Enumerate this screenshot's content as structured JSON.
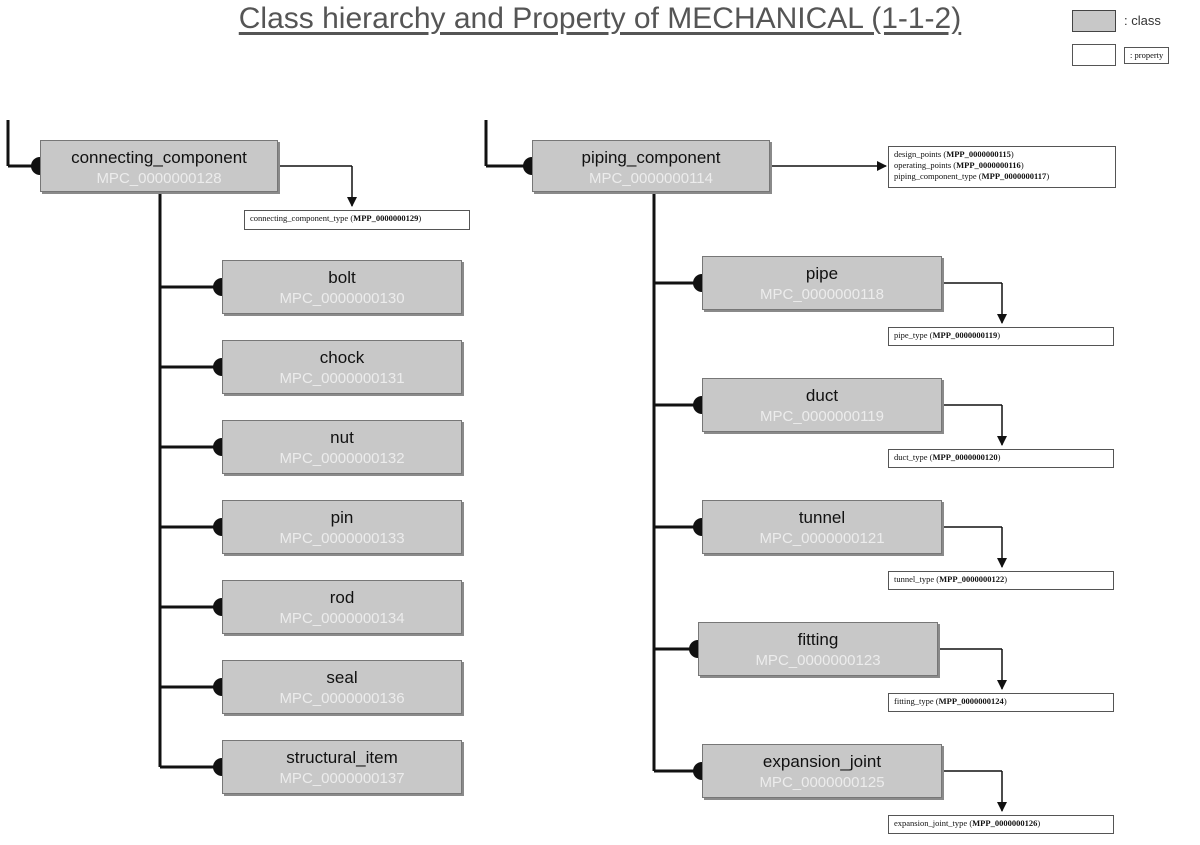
{
  "title": "Class hierarchy and Property of MECHANICAL (1-1-2)",
  "legend": {
    "class_label": ": class",
    "property_label": ": property"
  },
  "left": {
    "root": {
      "name": "connecting_component",
      "id": "MPC_0000000128",
      "property": [
        {
          "name": "connecting_component_type",
          "id": "MPP_0000000129"
        }
      ]
    },
    "children": [
      {
        "name": "bolt",
        "id": "MPC_0000000130"
      },
      {
        "name": "chock",
        "id": "MPC_0000000131"
      },
      {
        "name": "nut",
        "id": "MPC_0000000132"
      },
      {
        "name": "pin",
        "id": "MPC_0000000133"
      },
      {
        "name": "rod",
        "id": "MPC_0000000134"
      },
      {
        "name": "seal",
        "id": "MPC_0000000136"
      },
      {
        "name": "structural_item",
        "id": "MPC_0000000137"
      }
    ]
  },
  "right": {
    "root": {
      "name": "piping_component",
      "id": "MPC_0000000114",
      "property": [
        {
          "name": "design_points",
          "id": "MPP_0000000115"
        },
        {
          "name": "operating_points",
          "id": "MPP_0000000116"
        },
        {
          "name": "piping_component_type",
          "id": "MPP_0000000117"
        }
      ]
    },
    "children": [
      {
        "name": "pipe",
        "id": "MPC_0000000118",
        "property": {
          "name": "pipe_type",
          "id": "MPP_0000000119"
        }
      },
      {
        "name": "duct",
        "id": "MPC_0000000119",
        "property": {
          "name": "duct_type",
          "id": "MPP_0000000120"
        }
      },
      {
        "name": "tunnel",
        "id": "MPC_0000000121",
        "property": {
          "name": "tunnel_type",
          "id": "MPP_0000000122"
        }
      },
      {
        "name": "fitting",
        "id": "MPC_0000000123",
        "property": {
          "name": "fitting_type",
          "id": "MPP_0000000124"
        }
      },
      {
        "name": "expansion_joint",
        "id": "MPC_0000000125",
        "property": {
          "name": "expansion_joint_type",
          "id": "MPP_0000000126"
        }
      }
    ]
  }
}
